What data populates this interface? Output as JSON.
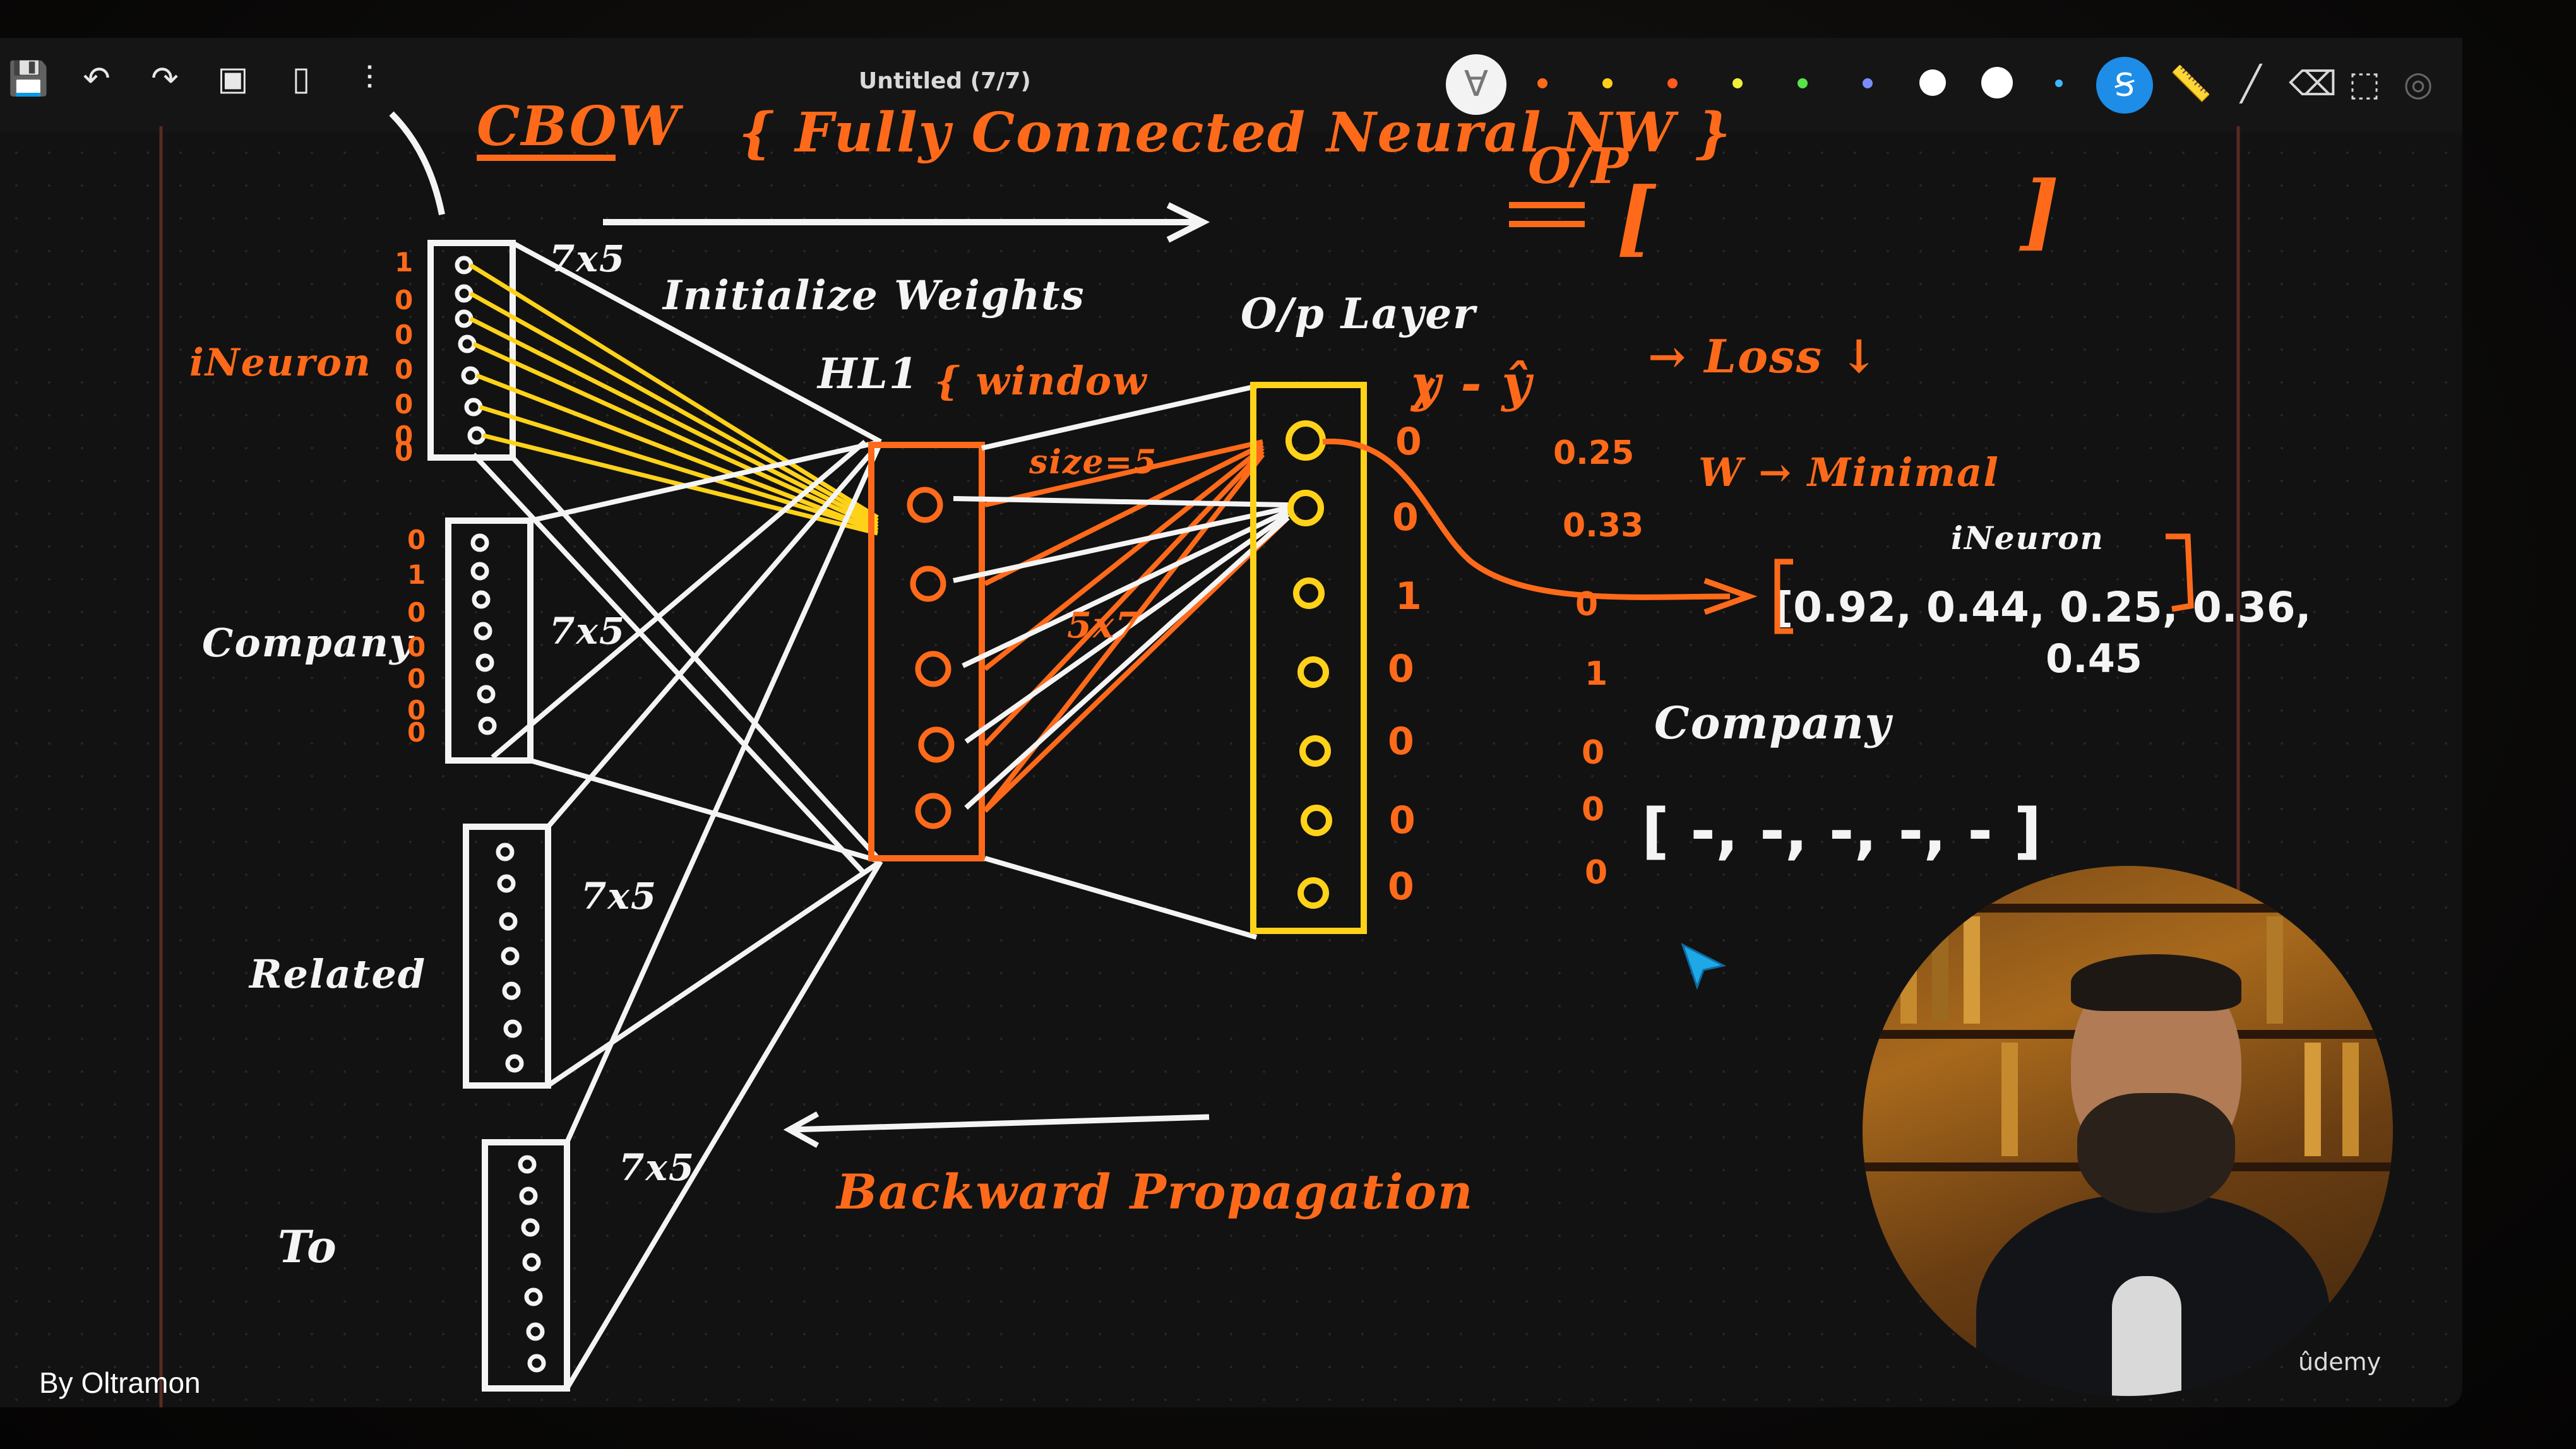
{
  "app": {
    "document_title": "Untitled (7/7)",
    "toolbar_left_icons": [
      "save-icon",
      "undo-icon",
      "redo-icon",
      "stamp-icon",
      "page-icon",
      "sliders-icon"
    ],
    "toolbar_right_icons": [
      "pen-icon",
      "brush-icon",
      "ruler-icon",
      "pencil-icon",
      "eraser-icon",
      "lasso-icon",
      "hide-icon"
    ],
    "palette": [
      "#ff6a1a",
      "#ffcf1a",
      "#ff5a1a",
      "#f2ef3a",
      "#57e34a",
      "#7b8cff",
      "#ffffff",
      "#ffffff",
      "#3fb7ff"
    ],
    "colors": {
      "orange": "#ff6a1a",
      "yellow": "#ffd21a",
      "white": "#f4f4f4",
      "accent": "#1d8de8"
    }
  },
  "board": {
    "header_cbow": "CBOW",
    "header_fully_connected": "{ Fully Connected Neural NW }",
    "op_label": "O/P",
    "op_bracket_open": "[",
    "op_bracket_close": "]",
    "initialize_weights": "Initialize Weights",
    "weights_7x5_top": "7x5",
    "weights_7x5_company": "7x5",
    "weights_7x5_related": "7x5",
    "weights_7x5_to": "7x5",
    "hl1": "HL1",
    "window": "{ window",
    "window_size": "size=5",
    "weights_5x7": "5x7",
    "op_layer": "O/p Layer",
    "y_minus_yhat": "y - ŷ",
    "loss": "→ Loss ↓",
    "w_minimal": "W → Minimal",
    "word_ineuron": "iNeuron",
    "word_company": "Company",
    "word_related": "Related",
    "word_to": "To",
    "onehot_ineuron": [
      "1",
      "0",
      "0",
      "0",
      "0",
      "0",
      "0"
    ],
    "onehot_company": [
      "0",
      "1",
      "0",
      "0",
      "0",
      "0",
      "0"
    ],
    "y_true": [
      "0",
      "0",
      "1",
      "0",
      "0",
      "0",
      "0"
    ],
    "y_hat": [
      "0.25",
      "0.33",
      "0",
      "1",
      "0",
      "0",
      "0"
    ],
    "ineuron_label": "iNeuron",
    "ineuron_vector": "[0.92, 0.44, 0.25, 0.36,",
    "ineuron_vector_cont": "0.45",
    "company_label": "Company",
    "company_vector": "[ -, -, -, -, - ]",
    "backward_propagation": "Backward Propagation"
  },
  "overlay": {
    "brand": "ûdemy",
    "credit": "By Oltramon"
  }
}
